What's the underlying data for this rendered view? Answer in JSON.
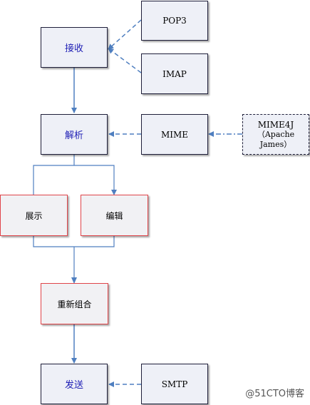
{
  "nodes": {
    "receive": "接收",
    "pop3": "POP3",
    "imap": "IMAP",
    "parse": "解析",
    "mime": "MIME",
    "mime4j_line1": "MIME4J",
    "mime4j_line2": "（Apache James）",
    "display": "展示",
    "edit": "编辑",
    "recombine": "重新组合",
    "send": "发送",
    "smtp": "SMTP"
  },
  "watermark": "@51CTO博客",
  "colors": {
    "arrow": "#4f7fc0",
    "box_fill": "#eef0f7",
    "box_border": "#1f1f3a",
    "highlight_border": "#e0454a",
    "node_text_blue": "#1f1fb5"
  }
}
